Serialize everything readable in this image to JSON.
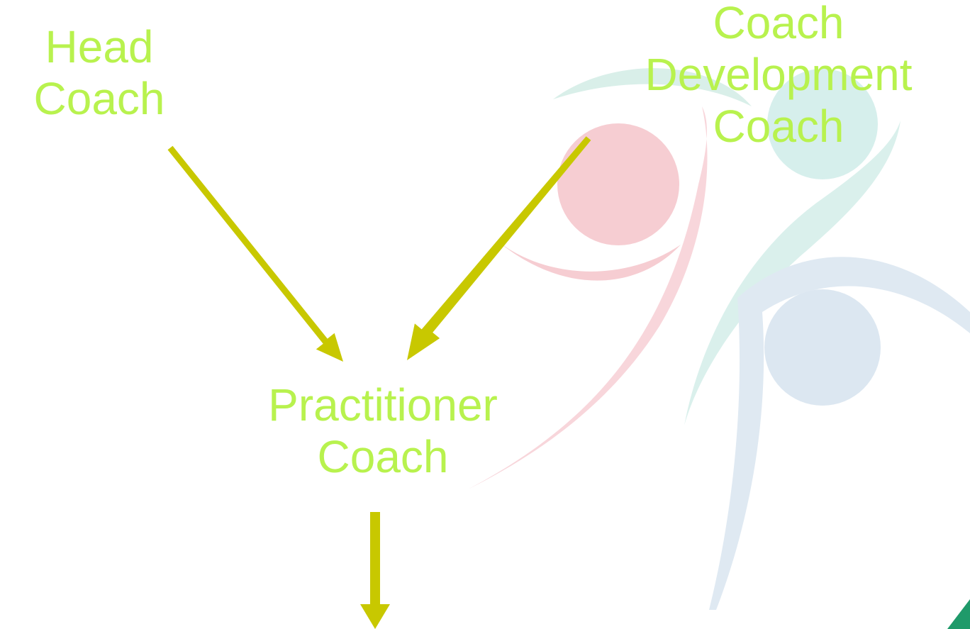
{
  "colors": {
    "label": "#b8f24e",
    "arrow": "#c8c800",
    "watermark_red": "#f5c9cf",
    "watermark_teal": "#d3ecea",
    "watermark_blue": "#dbe7f1",
    "corner_accent": "#1f9a6a"
  },
  "nodes": {
    "head_coach": {
      "line1": "Head",
      "line2": "Coach"
    },
    "coach_development_coach": {
      "line1": "Coach",
      "line2": "Development",
      "line3": "Coach"
    },
    "practitioner_coach": {
      "line1": "Practitioner",
      "line2": "Coach"
    }
  },
  "edges": [
    {
      "from": "Head Coach",
      "to": "Practitioner Coach"
    },
    {
      "from": "Coach Development Coach",
      "to": "Practitioner Coach"
    },
    {
      "from": "Practitioner Coach",
      "to": ""
    }
  ]
}
